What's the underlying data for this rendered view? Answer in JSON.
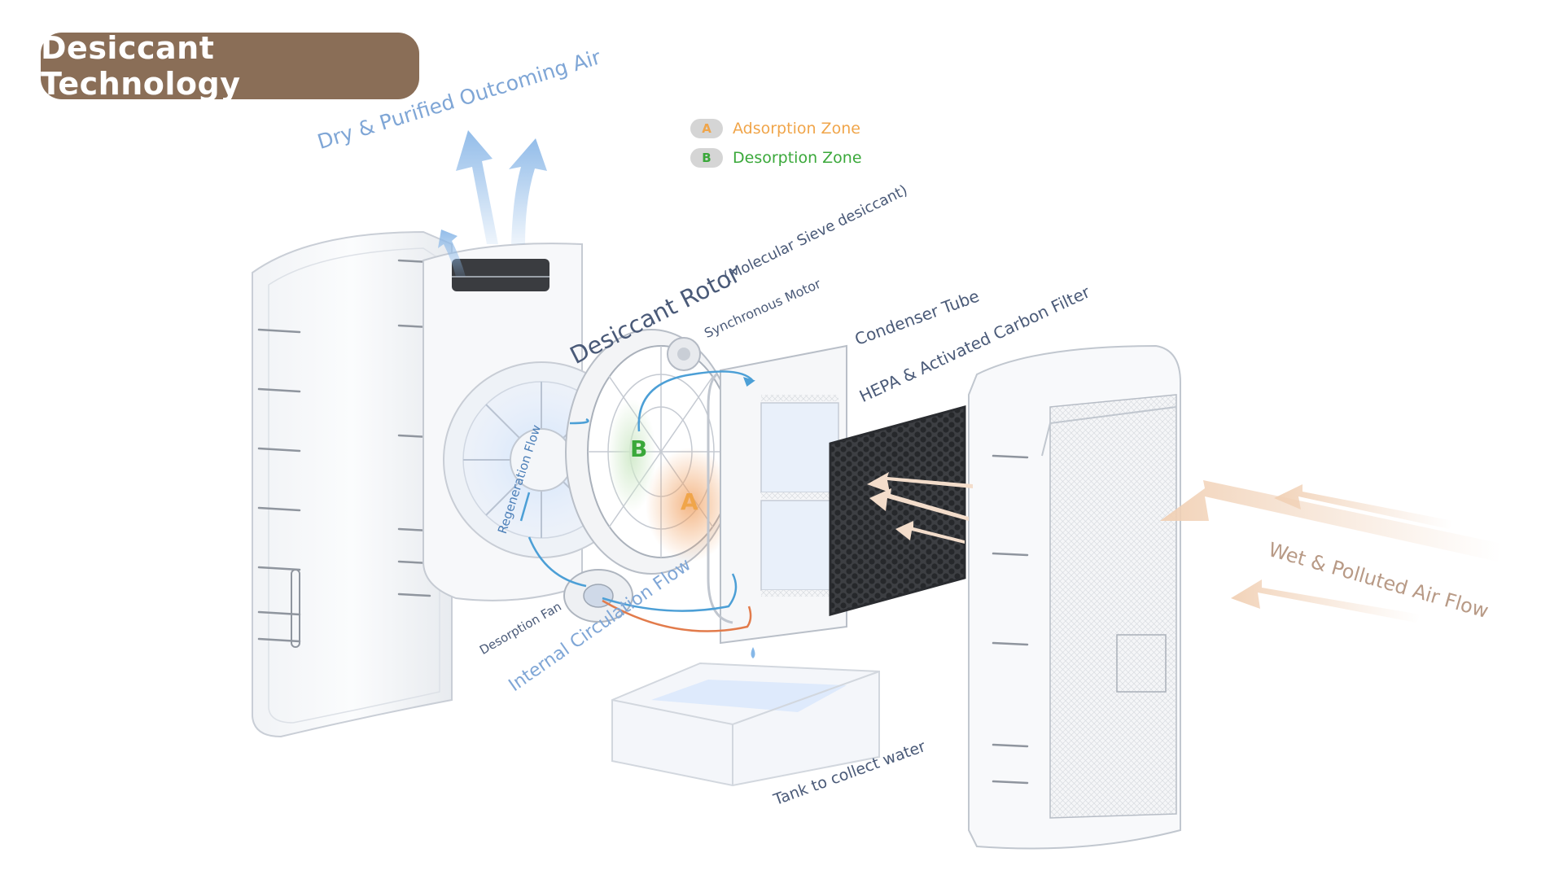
{
  "title": "Desiccant Technology",
  "legend": {
    "items": [
      {
        "letter": "A",
        "label": "Adsorption Zone"
      },
      {
        "letter": "B",
        "label": "Desorption Zone"
      }
    ]
  },
  "labels": {
    "outcoming_air": "Dry & Purified Outcoming Air",
    "rotor": "Desiccant Rotor",
    "rotor_sub": "(Molecular Sieve desiccant)",
    "motor": "Synchronous Motor",
    "condenser": "Condenser Tube",
    "filter": "HEPA & Activated Carbon Filter",
    "regeneration": "Regeneration Flow",
    "desorption_fan": "Desorption Fan",
    "circulation": "Internal Circulation Flow",
    "tank": "Tank to collect water",
    "incoming_air": "Wet & Polluted Air Flow",
    "zone_a": "A",
    "zone_b": "B"
  },
  "colors": {
    "title_bg": "#8a6e57",
    "adsorption": "#f0a54a",
    "desorption": "#3aa83a",
    "outflow": "#8db9e8",
    "inflow": "#f1d6c0",
    "label_dark": "#4a5a78",
    "label_blue": "#7fa6d6"
  }
}
